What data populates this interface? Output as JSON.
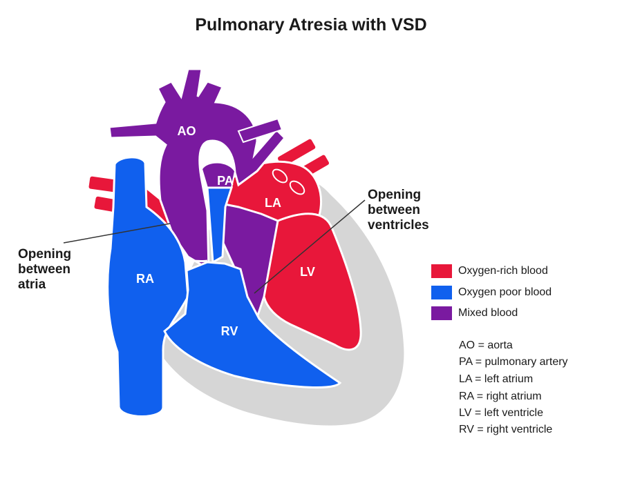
{
  "title": "Pulmonary Atresia with VSD",
  "colors": {
    "oxygen_rich": "#e8173a",
    "oxygen_poor": "#1060ee",
    "mixed": "#7a1aa0",
    "heart_wall": "#d6d6d6"
  },
  "chamber_labels": {
    "ao": "AO",
    "pa": "PA",
    "la": "LA",
    "ra": "RA",
    "lv": "LV",
    "rv": "RV"
  },
  "callouts": {
    "atria": [
      "Opening",
      "between",
      "atria"
    ],
    "ventricles": [
      "Opening",
      "between",
      "ventricles"
    ]
  },
  "legend": [
    {
      "label": "Oxygen-rich blood",
      "color": "#e8173a"
    },
    {
      "label": "Oxygen poor blood",
      "color": "#1060ee"
    },
    {
      "label": "Mixed blood",
      "color": "#7a1aa0"
    }
  ],
  "abbreviations": [
    "AO = aorta",
    "PA = pulmonary artery",
    "LA = left atrium",
    "RA = right atrium",
    "LV = left ventricle",
    "RV = right ventricle"
  ]
}
